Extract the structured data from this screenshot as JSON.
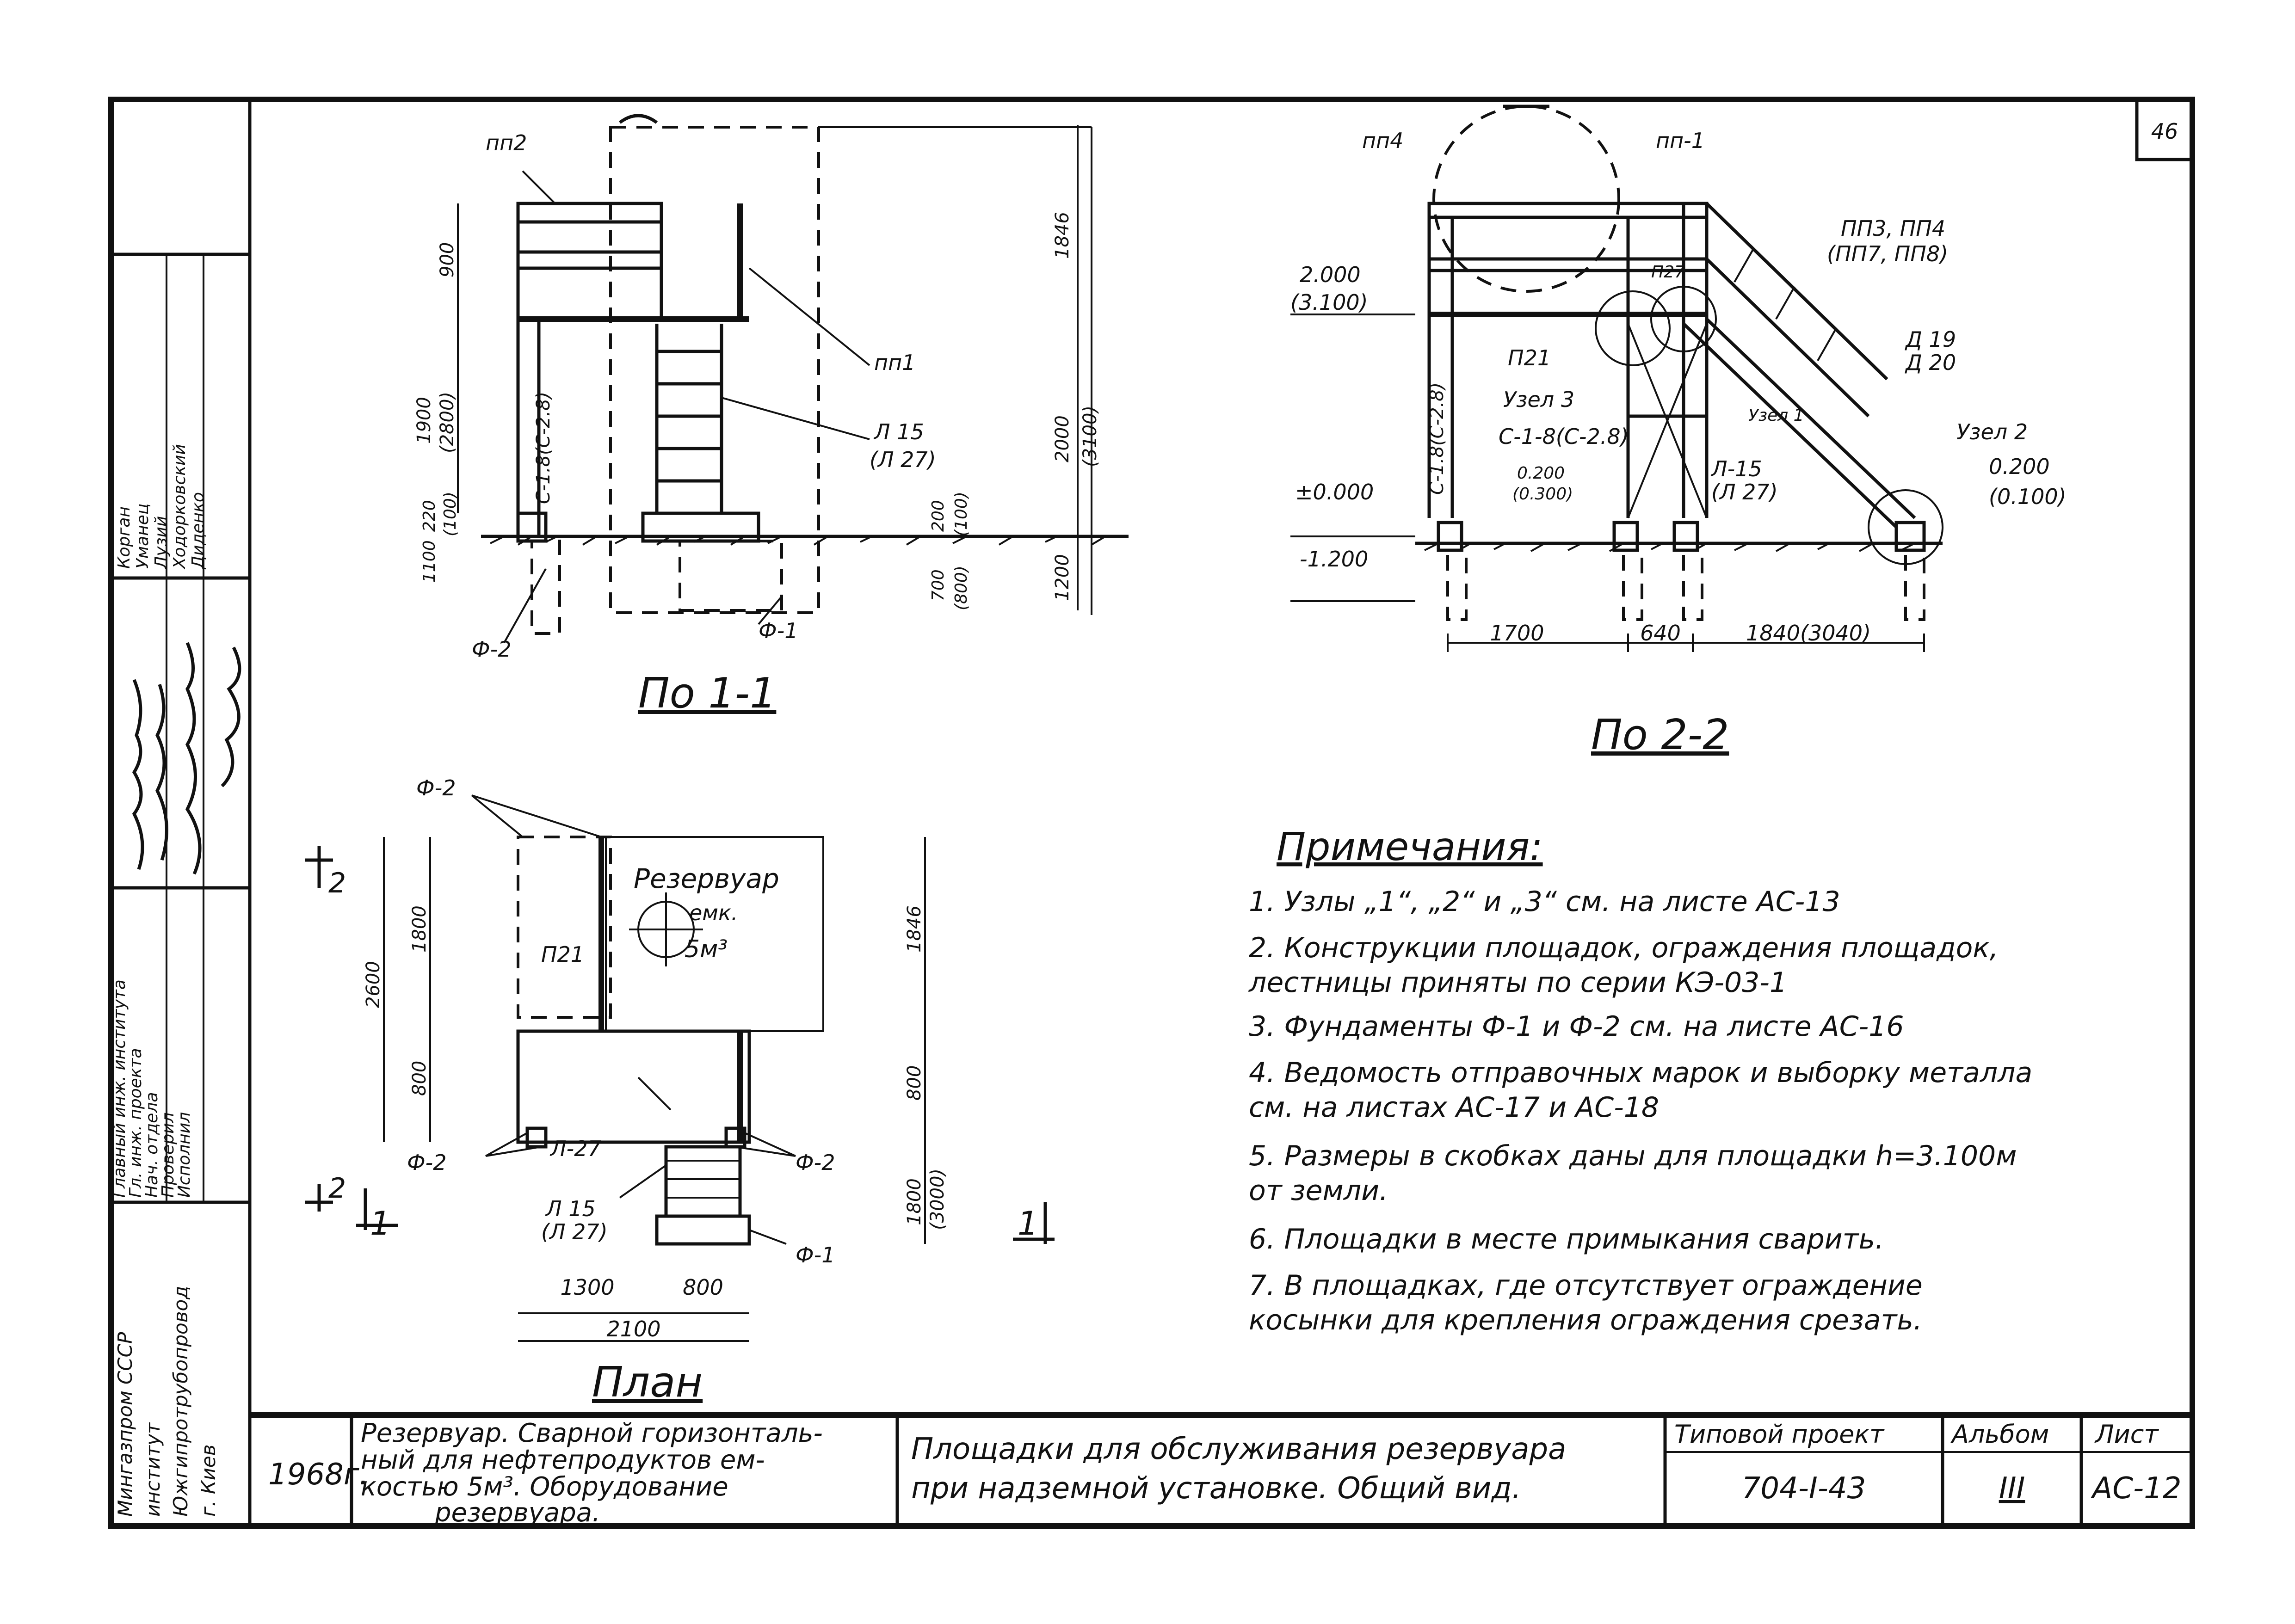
{
  "sheet_number": "46",
  "views": {
    "section_1": {
      "title": "По 1-1",
      "labels": {
        "pp2": "пп2",
        "pp1": "пп1",
        "l15": "Л 15",
        "l15_alt": "(Л 27)",
        "col": "С-1.8(С-2.8)",
        "f2": "Ф-2",
        "f1": "Ф-1"
      },
      "dims": {
        "d900": "900",
        "d1900": "1900",
        "d1900_alt": "(2800)",
        "d220": "220",
        "d100": "(100)",
        "d1100": "1100",
        "d200": "200",
        "d200_alt": "(100)",
        "d700": "700",
        "d700_alt": "(800)",
        "d1846": "1846",
        "d2000": "2000",
        "d2000_alt": "(3100)",
        "d1200": "1200"
      }
    },
    "section_2": {
      "title": "По 2-2",
      "labels": {
        "pp4": "пп4",
        "pp1": "пп-1",
        "pp3": "ПП3, ПП4",
        "pp3_alt": "(ПП7, ПП8)",
        "p27": "П27",
        "p21": "П21",
        "node3": "Узел 3",
        "node1": "Узел 1",
        "node2": "Узел 2",
        "col": "С-1.8(С-2.8)",
        "col2": "С-1-8(С-2.8)",
        "d19": "Д 19",
        "d20": "Д 20",
        "l15": "Л-15",
        "l15_alt": "(Л 27)"
      },
      "dims": {
        "lvl_2000": "2.000",
        "lvl_3100": "(3.100)",
        "lvl_0": "±0.000",
        "lvl_1200": "-1.200",
        "lvl_0200": "0.200",
        "lvl_0300": "(0.300)",
        "lvl_0200r": "0.200",
        "lvl_0100r": "(0.100)",
        "d1700": "1700",
        "d640": "640",
        "d1840": "1840(3040)"
      }
    },
    "plan": {
      "title": "План",
      "labels": {
        "f2_top": "Ф-2",
        "tank": "Резервуар",
        "tank_cap": "емк.",
        "tank_vol": "5м³",
        "p21": "П21",
        "f2_left": "Ф-2",
        "f2_right": "Ф-2",
        "l27": "Л-27",
        "l15": "Л 15",
        "l15_alt": "(Л 27)",
        "f1": "Ф-1",
        "cut1": "1",
        "cut2": "2",
        "cut1r": "1",
        "cut2b": "2"
      },
      "dims": {
        "d2600": "2600",
        "d1800": "1800",
        "d800": "800",
        "d1846": "1846",
        "d800r": "800",
        "d1800r": "1800",
        "d3000r": "(3000)",
        "d1300": "1300",
        "d800b": "800",
        "d2100": "2100"
      }
    }
  },
  "notes": {
    "heading": "Примечания:",
    "items": [
      "1. Узлы „1“, „2“ и „3“ см. на листе АС-13",
      "2. Конструкции площадок, ограждения площадок,",
      "    лестницы приняты по серии КЭ-03-1",
      "3. Фундаменты Ф-1 и Ф-2 см. на листе АС-16",
      "4. Ведомость отправочных марок и выборку металла",
      "    см. на листах АС-17 и АС-18",
      "5. Размеры в скобках даны для площадки h=3.100м",
      "    от земли.",
      "6. Площадки в месте примыкания сварить.",
      "7. В площадках, где отсутствует ограждение",
      "    косынки для крепления ограждения срезать."
    ]
  },
  "side_stamp": {
    "org": [
      "Мингазпром СССР",
      "институт",
      "Южгипротрубопровод",
      "г. Киев"
    ],
    "roles": [
      "Главный инж. института",
      "Гл. инж. проекта",
      "Нач. отдела",
      "Проверил",
      "Исполнил"
    ],
    "names": [
      "Корган",
      "Уманец",
      "Лузий",
      "Ходорковский",
      "Диденко"
    ]
  },
  "title_block": {
    "year": "1968г.",
    "object": [
      "Резервуар. Сварной горизонталь-",
      "ный для нефтепродуктов ем-",
      "костью 5м³. Оборудование",
      "резервуара."
    ],
    "sheet_title": [
      "Площадки для обслуживания резервуара",
      "при надземной установке. Общий вид."
    ],
    "project_label": "Типовой проект",
    "project_value": "704-I-43",
    "album_label": "Альбом",
    "album_value": "III",
    "sheet_label": "Лист",
    "sheet_value": "АС-12"
  }
}
